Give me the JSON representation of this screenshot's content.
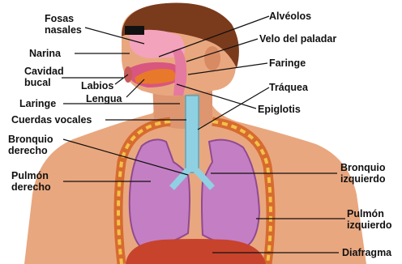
{
  "labels": {
    "fosas_nasales": "Fosas\nnasales",
    "narina": "Narina",
    "cavidad_bucal": "Cavidad\nbucal",
    "labios": "Labios",
    "lengua": "Lengua",
    "laringe": "Laringe",
    "cuerdas_vocales": "Cuerdas vocales",
    "bronquio_derecho": "Bronquio\nderecho",
    "pulmon_derecho": "Pulmón\nderecho",
    "alveolos": "Alvéolos",
    "velo_del_paladar": "Velo del paladar",
    "faringe": "Faringe",
    "traquea": "Tráquea",
    "epiglotis": "Epiglotis",
    "bronquio_izquierdo": "Bronquio\nizquierdo",
    "pulmon_izquierdo": "Pulmón\nizquierdo",
    "diafragma": "Diafragma"
  },
  "colors": {
    "skin": "#e9a77f",
    "skin_shadow": "#cf8a62",
    "hair": "#7a3b1c",
    "lung": "#c47fc4",
    "lung_dark": "#9a569e",
    "trachea": "#8fd1e3",
    "diaphragm": "#c8432c",
    "ribs": "#d76b2f",
    "rib_band": "#f2c14a",
    "airway_pink": "#e57aa0"
  }
}
